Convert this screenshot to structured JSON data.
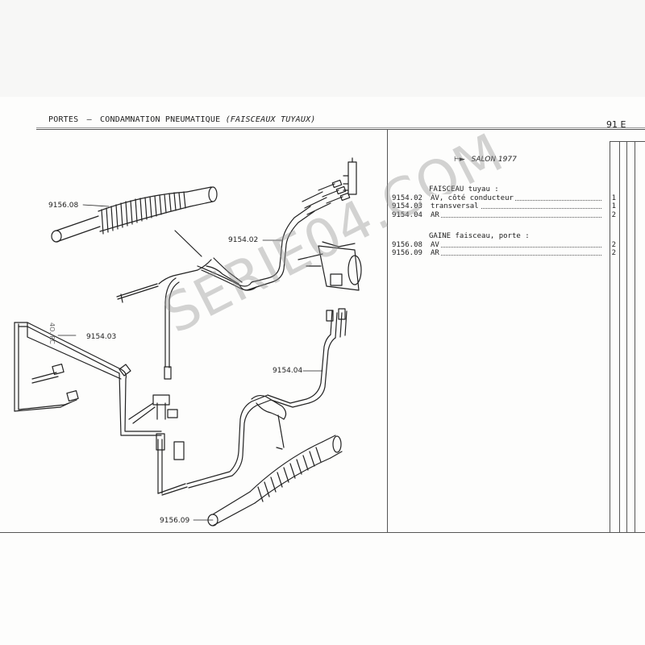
{
  "header": {
    "section": "PORTES",
    "separator": "–",
    "title": "CONDAMNATION PNEUMATIQUE",
    "subtitle": "(FAISCEAUX TUYAUX)",
    "page_number": "91 E"
  },
  "figure": {
    "callouts": [
      "9156.08",
      "9154.02",
      "9154.03",
      "9154.04",
      "9156.09"
    ],
    "margin_note": "4O. RC"
  },
  "catalog": {
    "salon_marker": "SALON 1977",
    "groups": [
      {
        "title": "FAISCEAU tuyau :",
        "items": [
          {
            "ref": "9154.02",
            "desc": "AV, côté conducteur",
            "qty": "1"
          },
          {
            "ref": "9154.03",
            "desc": "transversal",
            "qty": "1"
          },
          {
            "ref": "9154.04",
            "desc": "AR",
            "qty": "2"
          }
        ]
      },
      {
        "title": "GAINE faisceau, porte :",
        "items": [
          {
            "ref": "9156.08",
            "desc": "AV",
            "qty": "2"
          },
          {
            "ref": "9156.09",
            "desc": "AR",
            "qty": "2"
          }
        ]
      }
    ]
  },
  "watermark": "SERIE04.COM"
}
